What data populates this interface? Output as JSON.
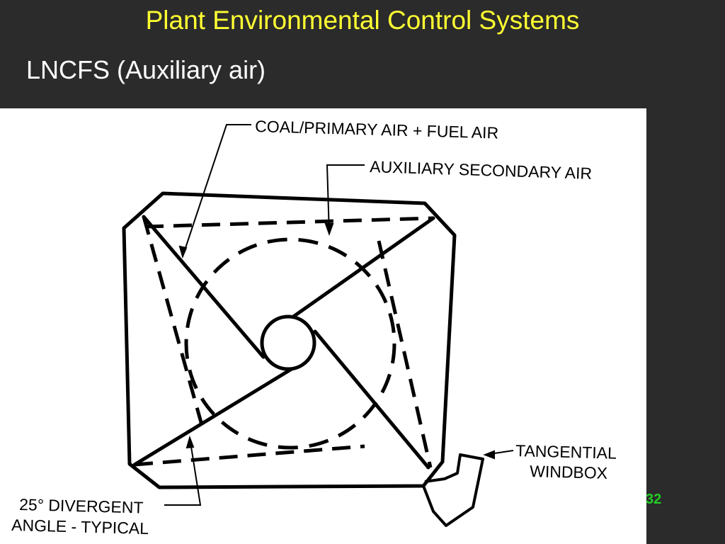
{
  "slide": {
    "title": "Plant Environmental Control Systems",
    "subtitle": "LNCFS (Auxiliary air)",
    "page_number": "32"
  },
  "diagram": {
    "labels": {
      "coal_primary": "COAL/PRIMARY AIR +  FUEL AIR",
      "aux_secondary": "AUXILIARY SECONDARY AIR",
      "tangential_line1": "TANGENTIAL",
      "tangential_line2": "WINDBOX",
      "divergent_line1": "25° DIVERGENT",
      "divergent_line2": "ANGLE - TYPICAL"
    }
  },
  "colors": {
    "background": "#2b2b2b",
    "title": "#ffff33",
    "subtitle": "#ffffff",
    "page_number": "#22cc22"
  }
}
